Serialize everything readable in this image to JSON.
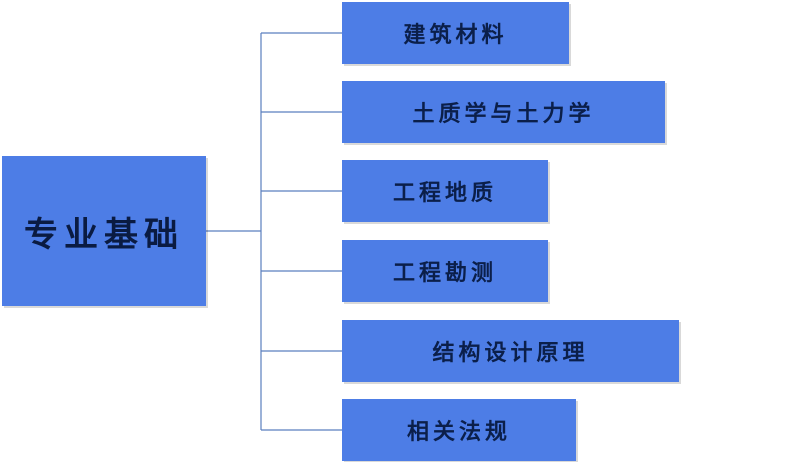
{
  "diagram": {
    "root": {
      "label": "专业基础"
    },
    "children": [
      {
        "label": "建筑材料"
      },
      {
        "label": "土质学与土力学"
      },
      {
        "label": "工程地质"
      },
      {
        "label": "工程勘测"
      },
      {
        "label": "结构设计原理"
      },
      {
        "label": "相关法规"
      }
    ]
  },
  "colors": {
    "box_fill": "#4d7de6",
    "text": "#0b1f4a",
    "connector": "#5b7fbf",
    "background": "#ffffff"
  }
}
